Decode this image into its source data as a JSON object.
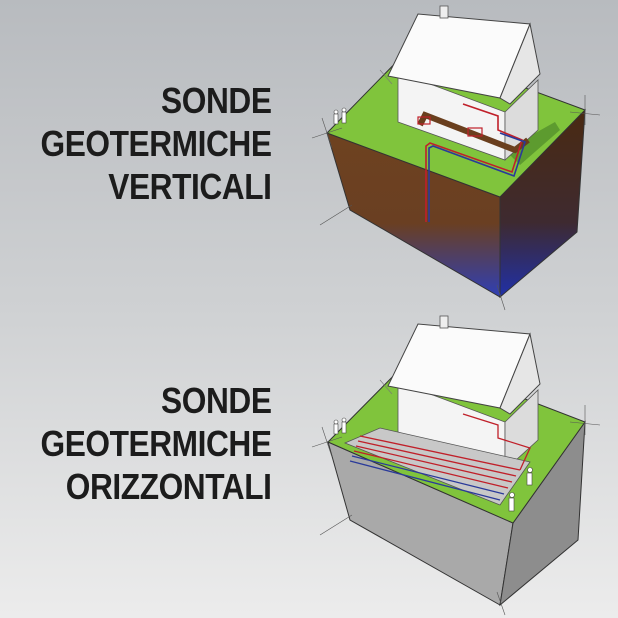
{
  "panels": [
    {
      "title_lines": [
        "SONDE",
        "GEOTERMICHE",
        "VERTICALI"
      ],
      "ground": "brown-to-blue",
      "probe": "vertical"
    },
    {
      "title_lines": [
        "SONDE",
        "GEOTERMICHE",
        "ORIZZONTALI"
      ],
      "ground": "gray",
      "probe": "horizontal"
    }
  ],
  "colors": {
    "grass": "#7dc23a",
    "soil": "#6b3f1e",
    "deep": "#2d3fb0",
    "pipe_hot": "#c0202a",
    "pipe_cold": "#2a3a9a",
    "text": "#1c1c1c"
  }
}
